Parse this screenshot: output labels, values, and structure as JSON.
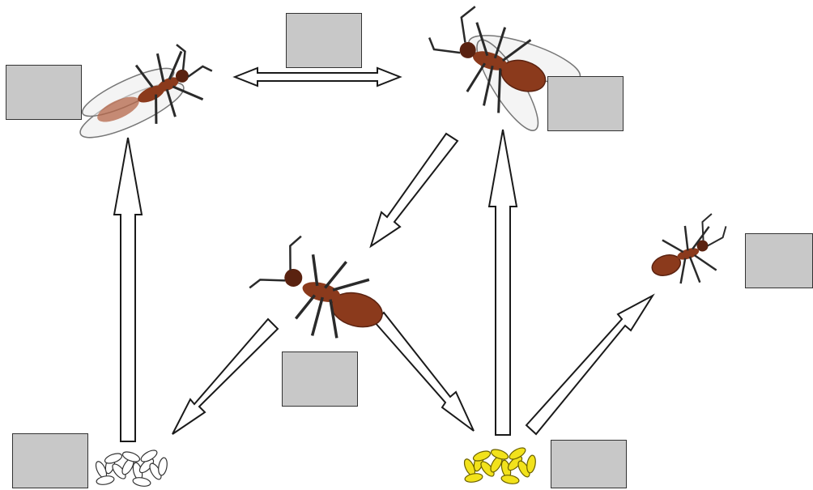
{
  "diagram": {
    "colors": {
      "background": "#ffffff",
      "label_box_fill": "#c8c8c8",
      "label_box_border": "#333333",
      "arrow_fill": "#ffffff",
      "arrow_stroke": "#1a1a1a",
      "ant_body": "#8b3a1c",
      "ant_body_dark": "#5a2210",
      "ant_legs": "#2a2a2a",
      "egg_white": "#ffffff",
      "egg_yellow": "#f2e21b"
    },
    "label_boxes": [
      {
        "id": "winged-male-label",
        "text": ""
      },
      {
        "id": "mating-label",
        "text": ""
      },
      {
        "id": "winged-queen-label",
        "text": ""
      },
      {
        "id": "worker-label",
        "text": ""
      },
      {
        "id": "queen-label",
        "text": ""
      },
      {
        "id": "unfertilized-eggs-label",
        "text": ""
      },
      {
        "id": "fertilized-eggs-label",
        "text": ""
      }
    ]
  }
}
